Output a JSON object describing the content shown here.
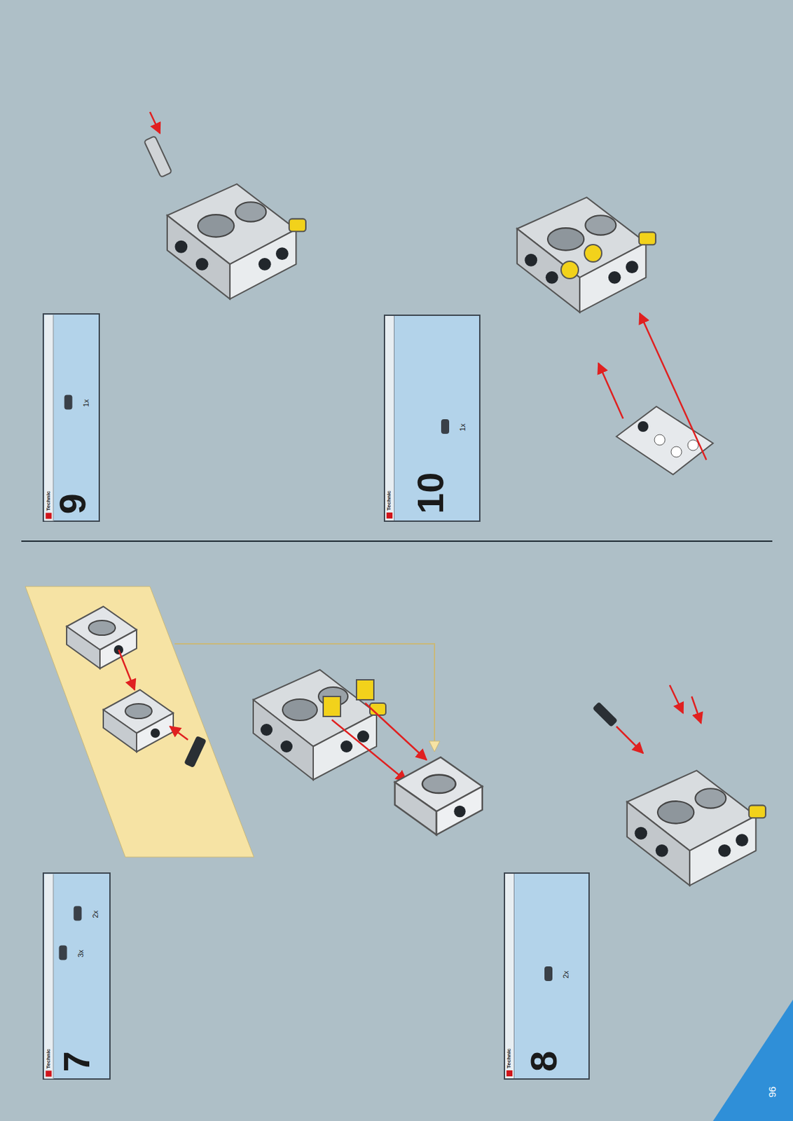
{
  "diagram": {
    "nodes": [
      {
        "text": [
          "Technic",
          "7",
          "3x",
          "2x"
        ]
      },
      {
        "text": [
          "Technic",
          "8",
          "2x"
        ]
      },
      {
        "text": [
          "Technic",
          "9",
          "1x"
        ]
      },
      {
        "text": [
          "Technic",
          "10",
          "1x"
        ]
      }
    ],
    "labels": [
      "96"
    ]
  }
}
